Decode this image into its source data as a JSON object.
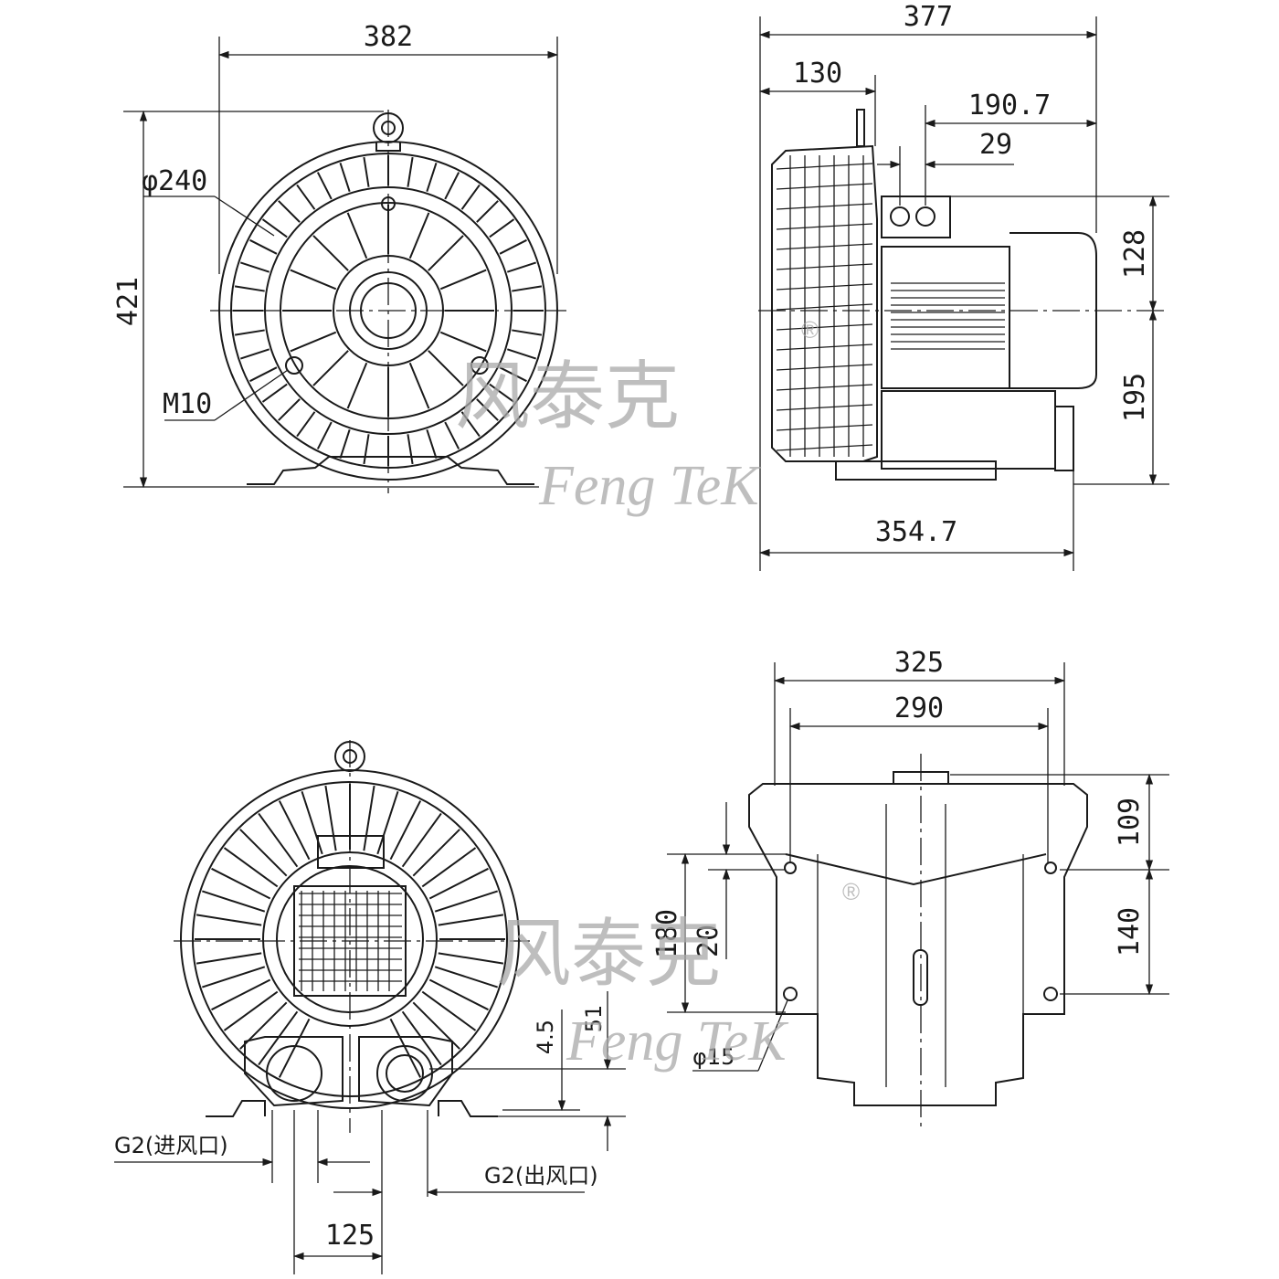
{
  "dimensions": {
    "front_width": "382",
    "front_height": "421",
    "impeller_diameter": "φ240",
    "mount_bolt": "M10",
    "side_overall_length": "377",
    "side_front_offset": "130",
    "side_terminal_offset": "190.7",
    "side_terminal_spacing": "29",
    "side_upper_height": "128",
    "side_lower_height": "195",
    "side_base_length": "354.7",
    "rear_inlet_label": "G2(进风口)",
    "rear_outlet_label": "G2(出风口)",
    "rear_port_spacing": "125",
    "rear_port_height": "51",
    "rear_port_offset": "4.5",
    "base_outer_width": "325",
    "base_hole_spacing": "290",
    "base_front_depth": "109",
    "base_rear_depth": "140",
    "base_hole_depth": "180",
    "base_slot_depth": "20",
    "base_hole_diameter": "φ15"
  },
  "watermark": {
    "cn_text": "风泰克",
    "en_text": "Feng  TeK",
    "reg_mark": "®"
  },
  "colors": {
    "line": "#1a1a1a",
    "watermark": "#a9a9a9",
    "background": "#ffffff"
  }
}
